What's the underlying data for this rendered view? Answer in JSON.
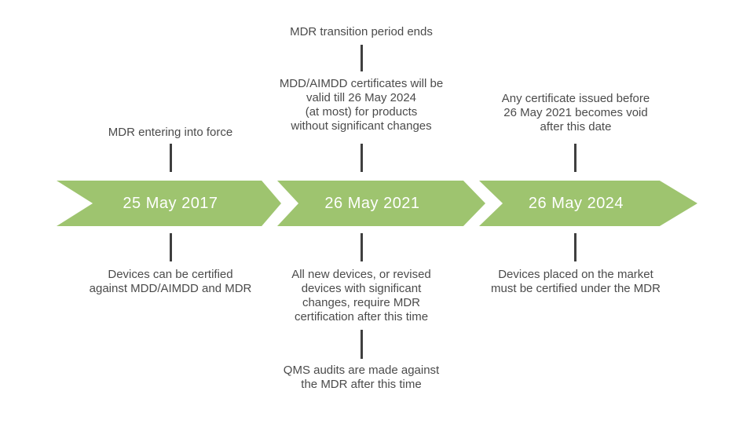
{
  "colors": {
    "band_green": "#9ec46f",
    "body_text": "#4b4b4b",
    "tick": "#3f3f3f",
    "date_text": "#ffffff"
  },
  "timeline": {
    "milestones": [
      {
        "date": "25 May 2017",
        "above_label": "MDR entering into force",
        "below_note": "Devices can be certified\nagainst MDD/AIMDD and MDR"
      },
      {
        "date": "26 May 2021",
        "top_label": "MDR transition period ends",
        "above_note": "MDD/AIMDD certificates will be\nvalid till 26 May 2024\n(at most) for products\nwithout significant changes",
        "below_note": "All new devices, or revised\ndevices with significant\nchanges, require MDR\ncertification after this time",
        "below_note_2": "QMS audits are made against\nthe MDR after this time"
      },
      {
        "date": "26 May 2024",
        "above_note": "Any certificate issued before\n26 May 2021 becomes void\nafter this date",
        "below_note": "Devices placed on the market\nmust be certified under the MDR"
      }
    ]
  }
}
